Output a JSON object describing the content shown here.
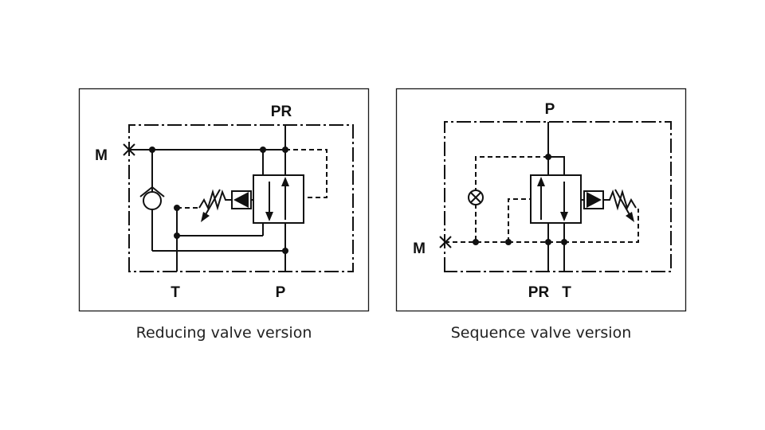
{
  "diagrams": [
    {
      "caption": "Reducing valve version",
      "ports": {
        "top": "PR",
        "left": "M",
        "bottom_left": "T",
        "bottom_right": "P"
      }
    },
    {
      "caption": "Sequence valve version",
      "ports": {
        "top": "P",
        "left": "M",
        "bottom_left": "PR",
        "bottom_right": "T"
      }
    }
  ],
  "colors": {
    "line": "#111111",
    "background": "#ffffff"
  }
}
